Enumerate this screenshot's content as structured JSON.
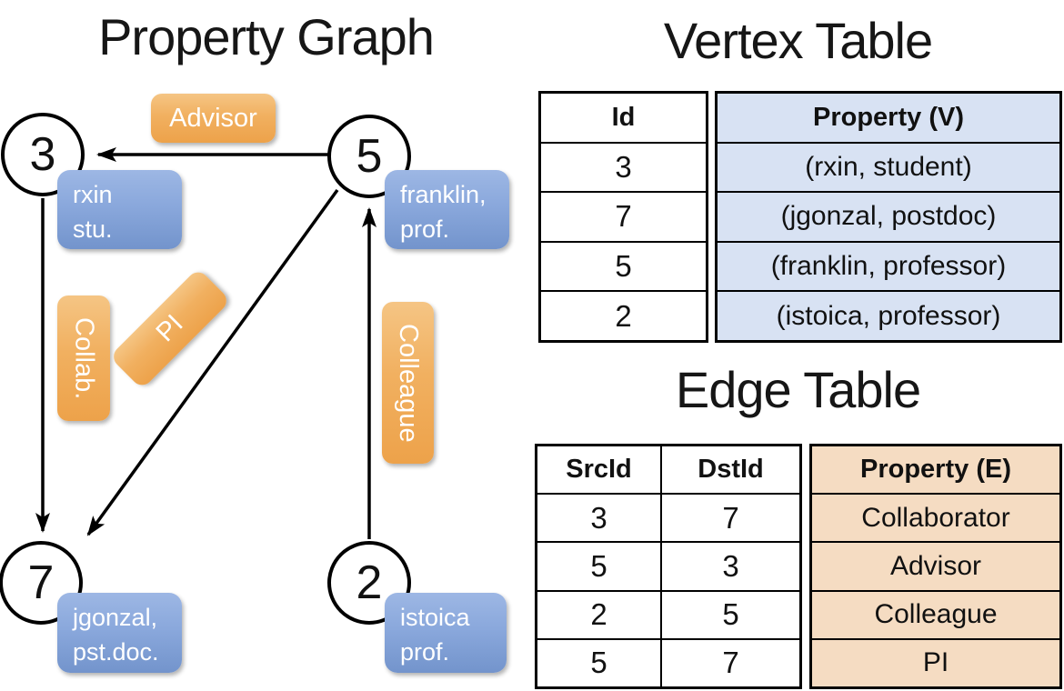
{
  "titles": {
    "graph": "Property Graph",
    "vertex_table": "Vertex Table",
    "edge_table": "Edge Table"
  },
  "colors": {
    "vertex_property_box": "#7f9fd4",
    "edge_label_box": "#efa64c",
    "vertex_table_cell_bg": "#d8e2f3",
    "edge_table_cell_bg": "#f5dcc2",
    "line_and_border": "#000000"
  },
  "graph": {
    "vertices": [
      {
        "id": "3",
        "prop_line1": "rxin",
        "prop_line2": "stu."
      },
      {
        "id": "5",
        "prop_line1": "franklin,",
        "prop_line2": "prof."
      },
      {
        "id": "7",
        "prop_line1": "jgonzal,",
        "prop_line2": "pst.doc."
      },
      {
        "id": "2",
        "prop_line1": "istoica",
        "prop_line2": "prof."
      }
    ],
    "edge_labels": {
      "advisor": "Advisor",
      "collab": "Collab.",
      "pi": "PI",
      "colleague": "Colleague"
    },
    "edges": [
      {
        "from": "5",
        "to": "3",
        "label": "Advisor"
      },
      {
        "from": "3",
        "to": "7",
        "label": "Collab."
      },
      {
        "from": "5",
        "to": "7",
        "label": "PI"
      },
      {
        "from": "2",
        "to": "5",
        "label": "Colleague"
      }
    ]
  },
  "vertex_table": {
    "headers": {
      "id": "Id",
      "property": "Property (V)"
    },
    "rows": [
      {
        "id": "3",
        "property": "(rxin, student)"
      },
      {
        "id": "7",
        "property": "(jgonzal, postdoc)"
      },
      {
        "id": "5",
        "property": "(franklin, professor)"
      },
      {
        "id": "2",
        "property": "(istoica, professor)"
      }
    ]
  },
  "edge_table": {
    "headers": {
      "src": "SrcId",
      "dst": "DstId",
      "property": "Property (E)"
    },
    "rows": [
      {
        "src": "3",
        "dst": "7",
        "property": "Collaborator"
      },
      {
        "src": "5",
        "dst": "3",
        "property": "Advisor"
      },
      {
        "src": "2",
        "dst": "5",
        "property": "Colleague"
      },
      {
        "src": "5",
        "dst": "7",
        "property": "PI"
      }
    ]
  }
}
